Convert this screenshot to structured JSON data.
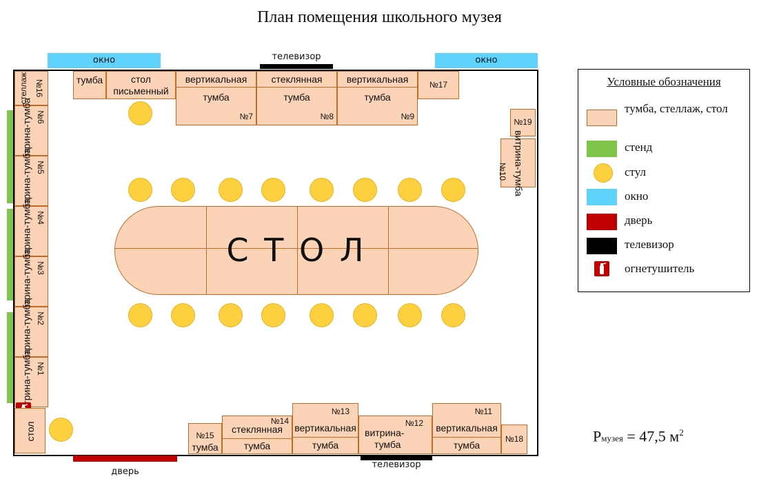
{
  "title": "План помещения школьного музея",
  "windows": [
    "окно",
    "окно"
  ],
  "tv_label": "телевизор",
  "door_label": "дверь",
  "table_text": "С Т О Л",
  "top_row": {
    "tumba": "тумба",
    "desk": "стол письменный",
    "vert7_top": "вертикальная",
    "vert7_bottom": "тумба",
    "n7": "№7",
    "glass8_top": "стеклянная",
    "glass8_bottom": "тумба",
    "n8": "№8",
    "vert9_top": "вертикальная",
    "vert9_bottom": "тумба",
    "n9": "№9",
    "n17": "№17"
  },
  "right_side": {
    "n19": "№19",
    "vit10": "витрина-тумба",
    "n10": "№10"
  },
  "left_side": {
    "stellazh16": "стеллаж",
    "n16": "№16",
    "vit6": "витрина-тумба",
    "n6": "№6",
    "vit5": "витрина-тумба",
    "n5": "№5",
    "vit4": "витрина-тумба",
    "n4": "№4",
    "vit3": "витрина-тумба",
    "n3": "№3",
    "vit2": "витрина-тумба",
    "n2": "№2",
    "vit1": "витрина-тумба",
    "n1": "№1",
    "stol": "стол"
  },
  "bottom_row": {
    "n15": "№15",
    "t15": "тумба",
    "n14": "№14",
    "s14_top": "стеклянная",
    "s14_bottom": "тумба",
    "n13": "№13",
    "v13_top": "вертикальная",
    "v13_bottom": "тумба",
    "n12": "№12",
    "vit12_top": "витрина-",
    "vit12_bottom": "тумба",
    "n11": "№11",
    "v11_top": "вертикальная",
    "v11_bottom": "тумба",
    "n18": "№18"
  },
  "legend": {
    "title": "Условные обозначения",
    "items": [
      {
        "label": "тумба, стеллаж, стол",
        "color": "#fbd3b6"
      },
      {
        "label": "стенд",
        "color": "#7ec54a"
      },
      {
        "label": "стул",
        "color": "#fcd03f"
      },
      {
        "label": "окно",
        "color": "#5fd3fb"
      },
      {
        "label": "дверь",
        "color": "#c00000"
      },
      {
        "label": "телевизор",
        "color": "#000000"
      },
      {
        "label": "огнетушитель",
        "color": "#c00000"
      }
    ]
  },
  "area": {
    "p": "P",
    "sub": "музея",
    "value": " = 47,5 м",
    "sup": "2"
  }
}
